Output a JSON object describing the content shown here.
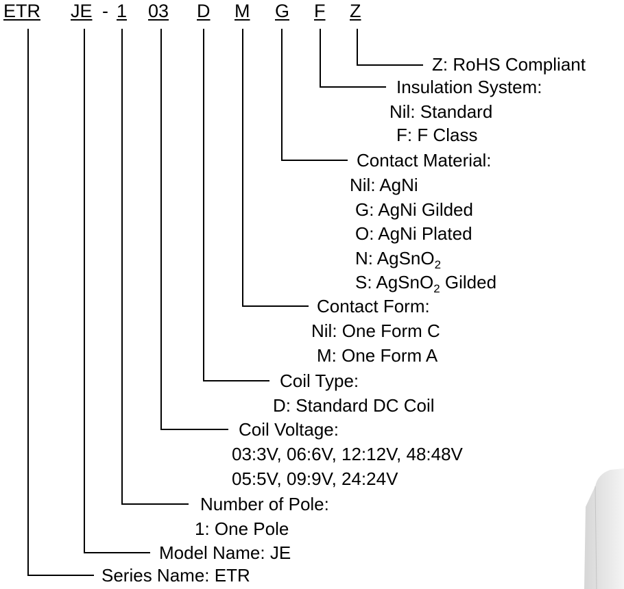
{
  "part_number": {
    "series": "ETR",
    "model": "JE",
    "dash": "-",
    "poles": "1",
    "voltage": "03",
    "coil": "D",
    "form": "M",
    "material": "G",
    "insulation": "F",
    "rohs": "Z"
  },
  "rohs": {
    "text": "Z: RoHS Compliant"
  },
  "insulation": {
    "title": "Insulation System:",
    "opt1": "Nil: Standard",
    "opt2": "F: F Class"
  },
  "material": {
    "title": "Contact Material:",
    "opt1": "Nil: AgNi",
    "opt2": "G: AgNi Gilded",
    "opt3": "O: AgNi Plated",
    "opt4_prefix": "N: AgSnO",
    "opt5_prefix": "S: AgSnO",
    "opt5_suffix": " Gilded",
    "subscript": "2"
  },
  "form": {
    "title": "Contact Form:",
    "opt1": "Nil: One Form C",
    "opt2": "M: One Form A"
  },
  "coil": {
    "title": "Coil Type:",
    "opt1": "D: Standard DC Coil"
  },
  "voltage": {
    "title": "Coil Voltage:",
    "opt1": "03:3V, 06:6V, 12:12V, 48:48V",
    "opt2": "05:5V, 09:9V, 24:24V"
  },
  "poles": {
    "title": "Number of Pole:",
    "opt1": "1: One Pole"
  },
  "model": {
    "text": "Model Name: JE"
  },
  "series": {
    "text": "Series Name: ETR"
  }
}
